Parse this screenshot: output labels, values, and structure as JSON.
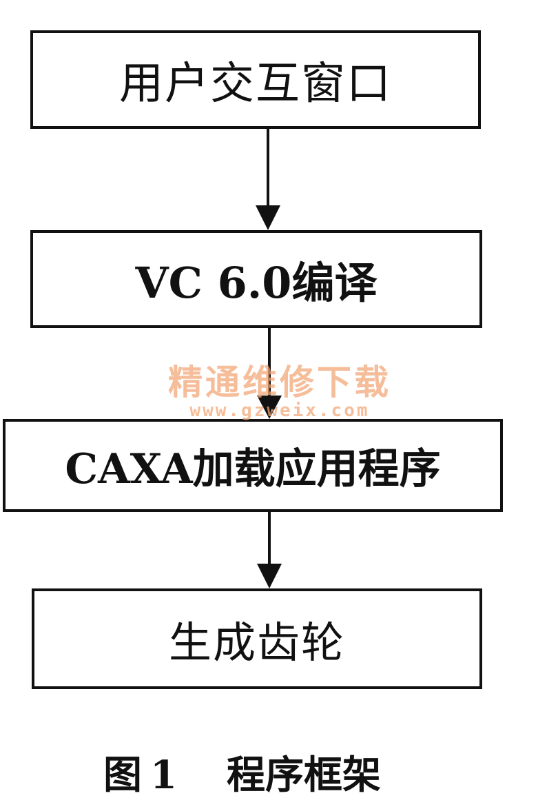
{
  "flowchart": {
    "steps": [
      {
        "label": "用户交互窗口"
      },
      {
        "label": "VC 6.0编译"
      },
      {
        "label": "CAXA加载应用程序"
      },
      {
        "label": "生成齿轮"
      }
    ]
  },
  "watermark": {
    "text": "精通维修下载",
    "url": "www.gzweix.com"
  },
  "caption": {
    "figure": "图",
    "number": "1",
    "title": "程序框架"
  }
}
